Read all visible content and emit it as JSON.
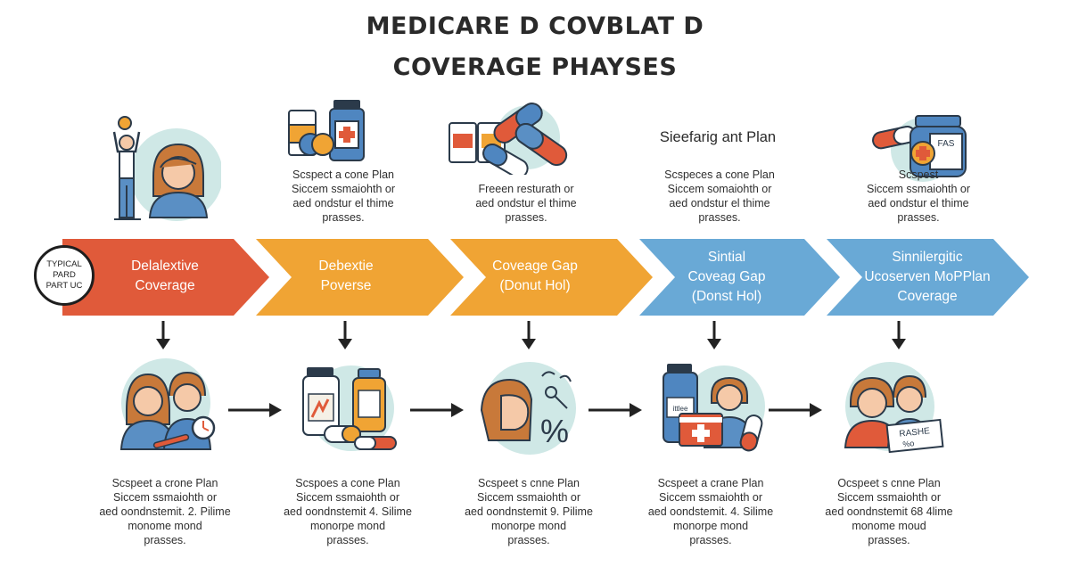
{
  "header": {
    "title_line1": "MEDICARE D COVBLAT D",
    "title_line2": "COVERAGE PHAYSES"
  },
  "badge": {
    "lines": [
      "TYPICAL",
      "PARD",
      "PART UC"
    ]
  },
  "side_heading": "Sieefarig ant Plan",
  "top_captions": [
    {
      "lines": [
        "Scspect a cone Plan",
        "Siccem ssmaiohth or",
        "aed ondstur el thime",
        "prasses."
      ]
    },
    {
      "lines": [
        "Freeen resturath or",
        "aed  ondstur el thime",
        "prasses."
      ]
    },
    {
      "lines": [
        "Scspeces a cone Plan",
        "Siccem somaiohth or",
        "aed ondstur el thime",
        "prasses."
      ]
    },
    {
      "lines": [
        "Scspest",
        "Siccem ssmaiohth or",
        "aed ondstur el thime",
        "prasses."
      ]
    }
  ],
  "phases": [
    {
      "lines": [
        "Delalextive",
        "Coverage"
      ],
      "color": "#e05a3a"
    },
    {
      "lines": [
        "Debextie",
        "Poverse"
      ],
      "color": "#f0a434"
    },
    {
      "lines": [
        "Coveage Gap",
        "(Donut Hol)"
      ],
      "color": "#f0a434"
    },
    {
      "lines": [
        "Sintial",
        "Coveag Gap",
        "(Donst Hol)"
      ],
      "color": "#69a9d6"
    },
    {
      "lines": [
        "Sinnilergitic",
        "Ucoserven MoPPlan",
        "Coverage"
      ],
      "color": "#69a9d6"
    }
  ],
  "bottom_captions": [
    {
      "lines": [
        "Scspeet a crone Plan",
        "Siccem ssmaiohth or",
        "aed oondnstemit. 2. Pilime",
        "monome mond",
        "prasses."
      ]
    },
    {
      "lines": [
        "Scspoes a cone Plan",
        "Siccem ssmaiohth or",
        "aed oondnstemit 4. Silime",
        "monorpe mond",
        "prasses."
      ]
    },
    {
      "lines": [
        "Scspeet s cnne Plan",
        "Siccem ssmaiohth or",
        "aed oondnstemit 9. Pilime",
        "monorpe mond",
        "prasses."
      ]
    },
    {
      "lines": [
        "Scspeet a crane Plan",
        "Siccem ssmaiohth or",
        "aed  oondstemit. 4. Silime",
        "monorpe mond",
        "prasses."
      ]
    },
    {
      "lines": [
        "Ocspeet s cnne Plan",
        "Siccem ssmaiohth or",
        "aed oondnstemit 68 4lime",
        "monome moud",
        "prasses."
      ]
    }
  ],
  "icons": {
    "med_label": "FAS",
    "percent": "%",
    "bottle_label": "ittlee",
    "sign_label": "RASHE",
    "sign_sub": "%o"
  },
  "colors": {
    "red": "#e05a3a",
    "orange": "#f0a434",
    "blue": "#69a9d6",
    "circle_bg": "#cfe8e6",
    "outline": "#2b3a4a"
  }
}
